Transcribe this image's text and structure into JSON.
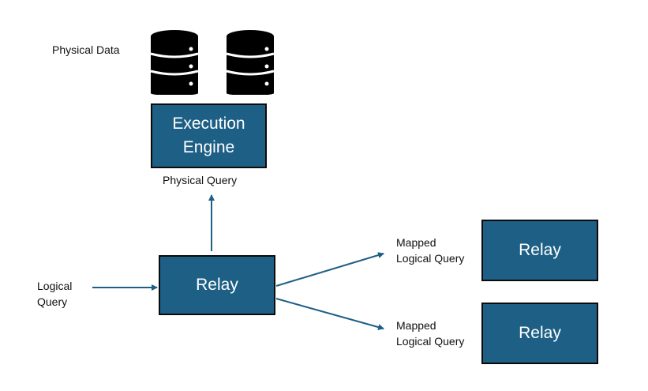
{
  "labels": {
    "physical_data": "Physical Data",
    "physical_query": "Physical Query",
    "logical_query_line1": "Logical",
    "logical_query_line2": "Query",
    "mapped_top_line1": "Mapped",
    "mapped_top_line2": "Logical Query",
    "mapped_bottom_line1": "Mapped",
    "mapped_bottom_line2": "Logical Query"
  },
  "boxes": {
    "execution_engine_line1": "Execution",
    "execution_engine_line2": "Engine",
    "relay_main": "Relay",
    "relay_top": "Relay",
    "relay_bottom": "Relay"
  },
  "icons": {
    "database": "database-icon",
    "arrow": "arrow-icon"
  },
  "colors": {
    "box_fill": "#1e5f86",
    "box_border": "#0b0b0b",
    "arrow": "#1e5f86",
    "icon": "#000000"
  }
}
